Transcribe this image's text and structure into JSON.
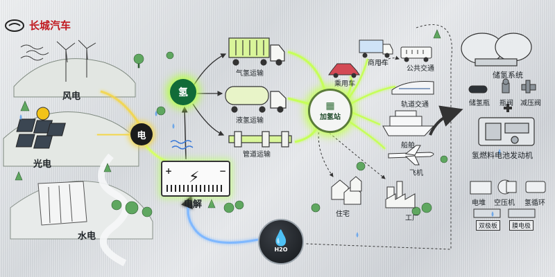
{
  "brand": {
    "name": "长城汽车",
    "color": "#c0181f"
  },
  "sources": {
    "wind": "风电",
    "solar": "光电",
    "hydro": "水电"
  },
  "nodes": {
    "electricity": "电",
    "hydrogen": "氢",
    "station": "加氢站",
    "electrolysis": "电解",
    "water": "H2O"
  },
  "transport": {
    "gas": "气氢运输",
    "liquid": "液氢运输",
    "pipeline": "管道运输"
  },
  "uses": {
    "passenger_car": "乘用车",
    "commercial_vehicle": "商用车",
    "bus": "公共交通",
    "rail": "轨道交通",
    "ship": "船舶",
    "aircraft": "飞机",
    "residential": "住宅",
    "factory": "工厂"
  },
  "fuel_cell": {
    "storage_system": "储氢系统",
    "tank": "储氢瓶",
    "valve": "瓶阀",
    "regulator": "减压阀",
    "engine": "氢燃料电池发动机",
    "stack": "电堆",
    "compressor": "空压机",
    "circulation": "氢循环",
    "bipolar_plate": "双极板",
    "membrane_electrode": "膜电极"
  },
  "colors": {
    "glow_green": "#b6ff4a",
    "glow_yellow": "#f3d64a",
    "blue_glow": "#7fb8ff",
    "hydrogen_node": "#116b38"
  }
}
